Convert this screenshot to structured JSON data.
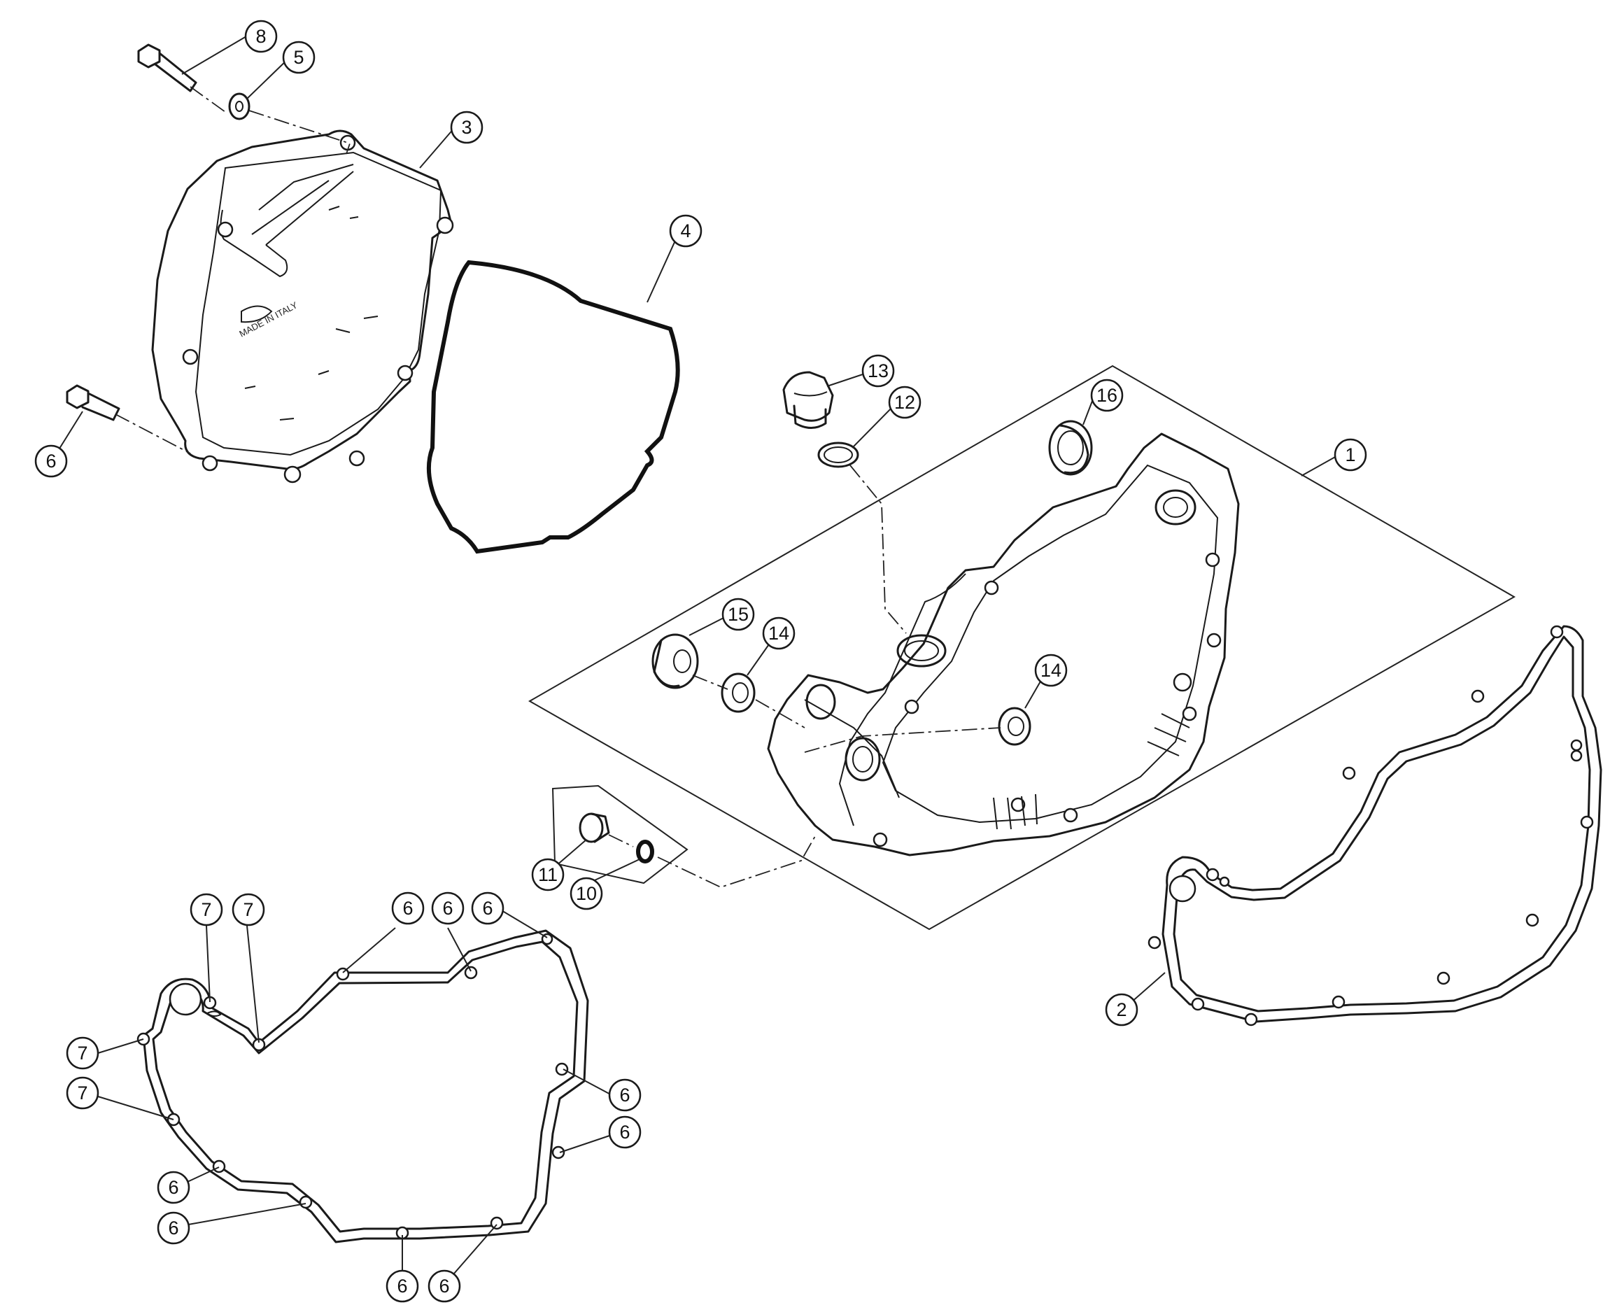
{
  "diagram": {
    "callouts": [
      {
        "id": "c8",
        "label": "8"
      },
      {
        "id": "c5",
        "label": "5"
      },
      {
        "id": "c3",
        "label": "3"
      },
      {
        "id": "c4",
        "label": "4"
      },
      {
        "id": "c6a",
        "label": "6"
      },
      {
        "id": "c13",
        "label": "13"
      },
      {
        "id": "c12",
        "label": "12"
      },
      {
        "id": "c16",
        "label": "16"
      },
      {
        "id": "c1",
        "label": "1"
      },
      {
        "id": "c15",
        "label": "15"
      },
      {
        "id": "c14a",
        "label": "14"
      },
      {
        "id": "c14b",
        "label": "14"
      },
      {
        "id": "c11",
        "label": "11"
      },
      {
        "id": "c10",
        "label": "10"
      },
      {
        "id": "c2",
        "label": "2"
      },
      {
        "id": "c7a",
        "label": "7"
      },
      {
        "id": "c7b",
        "label": "7"
      },
      {
        "id": "c7c",
        "label": "7"
      },
      {
        "id": "c7d",
        "label": "7"
      },
      {
        "id": "c6b",
        "label": "6"
      },
      {
        "id": "c6c",
        "label": "6"
      },
      {
        "id": "c6d",
        "label": "6"
      },
      {
        "id": "c6e",
        "label": "6"
      },
      {
        "id": "c6f",
        "label": "6"
      },
      {
        "id": "c6g",
        "label": "6"
      },
      {
        "id": "c6h",
        "label": "6"
      },
      {
        "id": "c6i",
        "label": "6"
      },
      {
        "id": "c6j",
        "label": "6"
      }
    ],
    "cover_text": {
      "line1": "MADE IN ITALY"
    }
  }
}
